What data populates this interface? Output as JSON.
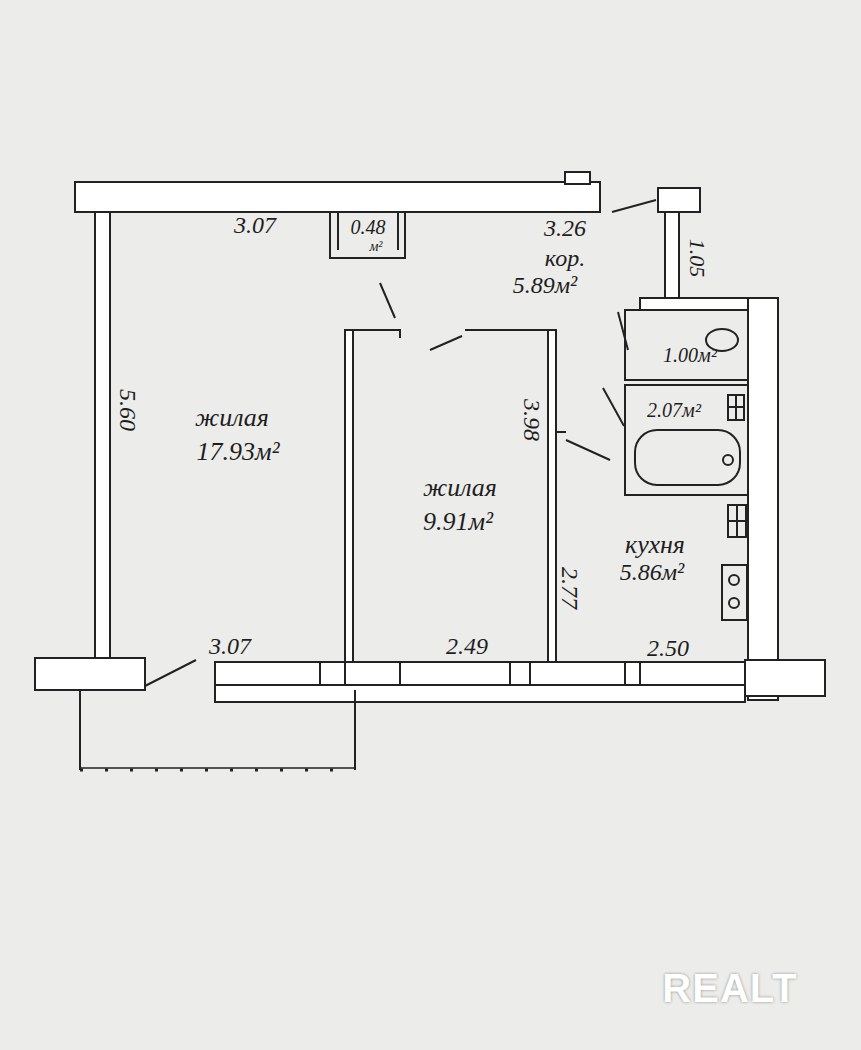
{
  "diagram": {
    "labels": [
      "3.07",
      "0.48",
      "м²",
      "3.26",
      "кор.",
      "5.89м²",
      "1.05",
      "5.60",
      "1.00м²",
      "жилая",
      "17.93м²",
      "2.07м²",
      "3.98",
      "жилая",
      "9.91м²",
      "2.77",
      "кухня",
      "5.86м²",
      "3.07",
      "2.49",
      "2.50",
      "REALT"
    ]
  }
}
